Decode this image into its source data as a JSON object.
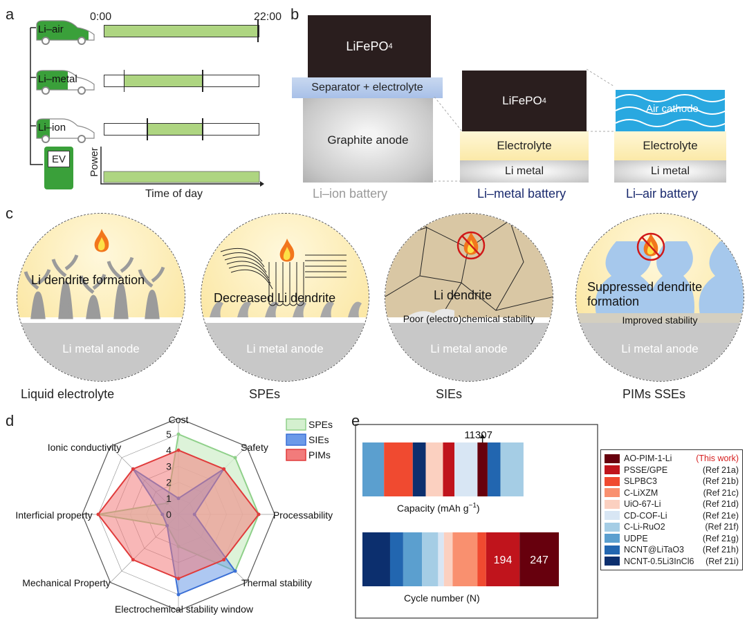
{
  "panels": {
    "a": "a",
    "b": "b",
    "c": "c",
    "d": "d",
    "e": "e"
  },
  "panel_a": {
    "time_start": "0:00",
    "time_end": "22:00",
    "rows": [
      {
        "label": "Li–air",
        "fill_start": 0.0,
        "fill_end": 1.0
      },
      {
        "label": "Li–metal",
        "fill_start": 0.13,
        "fill_end": 0.64
      },
      {
        "label": "Li–ion",
        "fill_start": 0.28,
        "fill_end": 0.64
      }
    ],
    "ev_label": "EV",
    "power_label": "Power",
    "time_label": "Time of day"
  },
  "panel_b": {
    "liion": {
      "cathode": "LiFePO",
      "cathode_sub": "4",
      "separator": "Separator + electrolyte",
      "anode": "Graphite anode",
      "caption": "Li–ion battery"
    },
    "limetal": {
      "cathode": "LiFePO",
      "cathode_sub": "4",
      "electrolyte": "Electrolyte",
      "metal": "Li metal",
      "caption": "Li–metal battery"
    },
    "liair": {
      "cathode": "Air cathode",
      "electrolyte": "Electrolyte",
      "metal": "Li metal",
      "caption": "Li–air battery"
    }
  },
  "panel_c": [
    {
      "text": "Li dendrite formation",
      "anode": "Li metal anode",
      "caption": "Liquid electrolyte",
      "extra": ""
    },
    {
      "text": "Decreased Li dendrite",
      "anode": "Li metal anode",
      "caption": "SPEs",
      "extra": ""
    },
    {
      "text": "Li dendrite",
      "anode": "Li metal anode",
      "caption": "SIEs",
      "extra": "Poor (electro)chemical stability"
    },
    {
      "text": "Suppressed dendrite formation",
      "anode": "Li metal anode",
      "caption": "PIMs SSEs",
      "extra": "Improved stability"
    }
  ],
  "chart_data": [
    {
      "type": "radar",
      "axes": [
        "Cost",
        "Safety",
        "Processability",
        "Thermal stability",
        "Electrochemical stability window",
        "Mechanical Property",
        "Interficial property",
        "Ionic conductivity"
      ],
      "scale": [
        0,
        1,
        2,
        3,
        4,
        5
      ],
      "rmax": 5,
      "series": [
        {
          "name": "SPEs",
          "values": [
            5,
            5,
            5,
            5,
            2,
            1,
            5,
            1
          ],
          "fill": "#d4f0cf",
          "stroke": "#8fd08a"
        },
        {
          "name": "SIEs",
          "values": [
            1,
            4,
            1,
            5,
            5,
            1,
            1,
            4
          ],
          "fill": "#6b9ae8",
          "stroke": "#3a6fd6"
        },
        {
          "name": "PIMs",
          "values": [
            4,
            4,
            5,
            4,
            4,
            4,
            5,
            4
          ],
          "fill": "#f27b7b",
          "stroke": "#e03b3b"
        }
      ]
    },
    {
      "type": "bar",
      "orientation": "stacked-horizontal",
      "groups": [
        {
          "label": "Capacity (mAh g",
          "label_sup": "−1",
          "label_end": ")",
          "peak_label": "11307",
          "segments": [
            "UDPE",
            "SLPBC3",
            "NCNT-0.5Li3InCl6",
            "UiO-67-Li",
            "PSSE/GPE",
            "CD-COF-Li",
            "AO-PIM-1-Li",
            "NCNT@LiTaO3",
            "C-Li-RuO2"
          ],
          "values": [
            3,
            4,
            1.8,
            2.4,
            1.6,
            3.2,
            1.4,
            1.8,
            3.2
          ]
        },
        {
          "label": "Cycle number (N)",
          "segments": [
            "NCNT-0.5Li3InCl6",
            "NCNT@LiTaO3",
            "UDPE",
            "C-Li-RuO2",
            "CD-COF-Li",
            "UiO-67-Li",
            "C-LiXZM",
            "SLPBC3",
            "PSSE/GPE",
            "AO-PIM-1-Li"
          ],
          "values": [
            3.8,
            1.8,
            2.6,
            2.2,
            0.8,
            1.2,
            3.4,
            1.2,
            4.6,
            5.4
          ],
          "data_labels": {
            "PSSE/GPE": "194",
            "AO-PIM-1-Li": "247"
          }
        }
      ],
      "legend": [
        {
          "name": "AO-PIM-1-Li",
          "ref": "(This work)",
          "color": "#67000d",
          "highlight": true
        },
        {
          "name": "PSSE/GPE",
          "ref": "(Ref 21a)",
          "color": "#c0141c"
        },
        {
          "name": "SLPBC3",
          "ref": "(Ref 21b)",
          "color": "#f04a30"
        },
        {
          "name": "C-LiXZM",
          "ref": "(Ref 21c)",
          "color": "#f9906f"
        },
        {
          "name": "UiO-67-Li",
          "ref": "(Ref 21d)",
          "color": "#fbd0c0"
        },
        {
          "name": "CD-COF-Li",
          "ref": "(Ref 21e)",
          "color": "#d8e6f4"
        },
        {
          "name": "C-Li-RuO2",
          "ref": "(Ref 21f)",
          "color": "#a5cde5"
        },
        {
          "name": "UDPE",
          "ref": "(Ref 21g)",
          "color": "#5b9fcf"
        },
        {
          "name": "NCNT@LiTaO3",
          "ref": "(Ref 21h)",
          "color": "#2266b0"
        },
        {
          "name": "NCNT-0.5Li3InCl6",
          "ref": "(Ref 21i)",
          "color": "#0c2f6e"
        }
      ]
    }
  ]
}
